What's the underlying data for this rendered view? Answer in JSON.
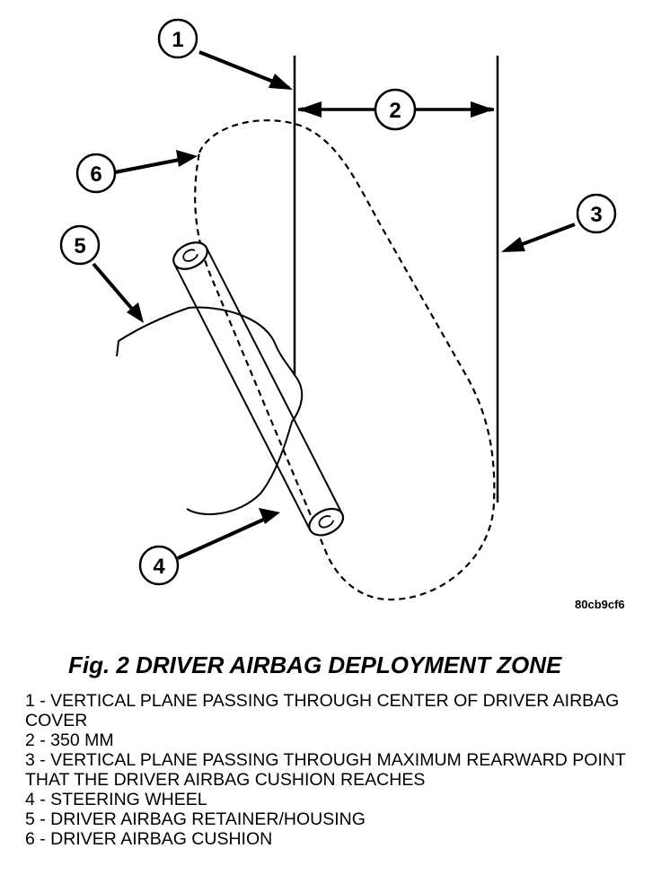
{
  "figure": {
    "callouts": [
      "1",
      "2",
      "3",
      "4",
      "5",
      "6"
    ],
    "image_code": "80cb9cf6"
  },
  "caption": "Fig. 2 DRIVER AIRBAG DEPLOYMENT ZONE",
  "legend": [
    "1 - VERTICAL PLANE PASSING THROUGH CENTER OF DRIVER AIRBAG COVER",
    "2 - 350 MM",
    "3 - VERTICAL PLANE PASSING THROUGH MAXIMUM REARWARD POINT THAT THE DRIVER AIRBAG CUSHION REACHES",
    "4 - STEERING WHEEL",
    "5 - DRIVER AIRBAG RETAINER/HOUSING",
    "6 - DRIVER AIRBAG CUSHION"
  ],
  "colors": {
    "ink": "#000000",
    "paper": "#ffffff"
  }
}
